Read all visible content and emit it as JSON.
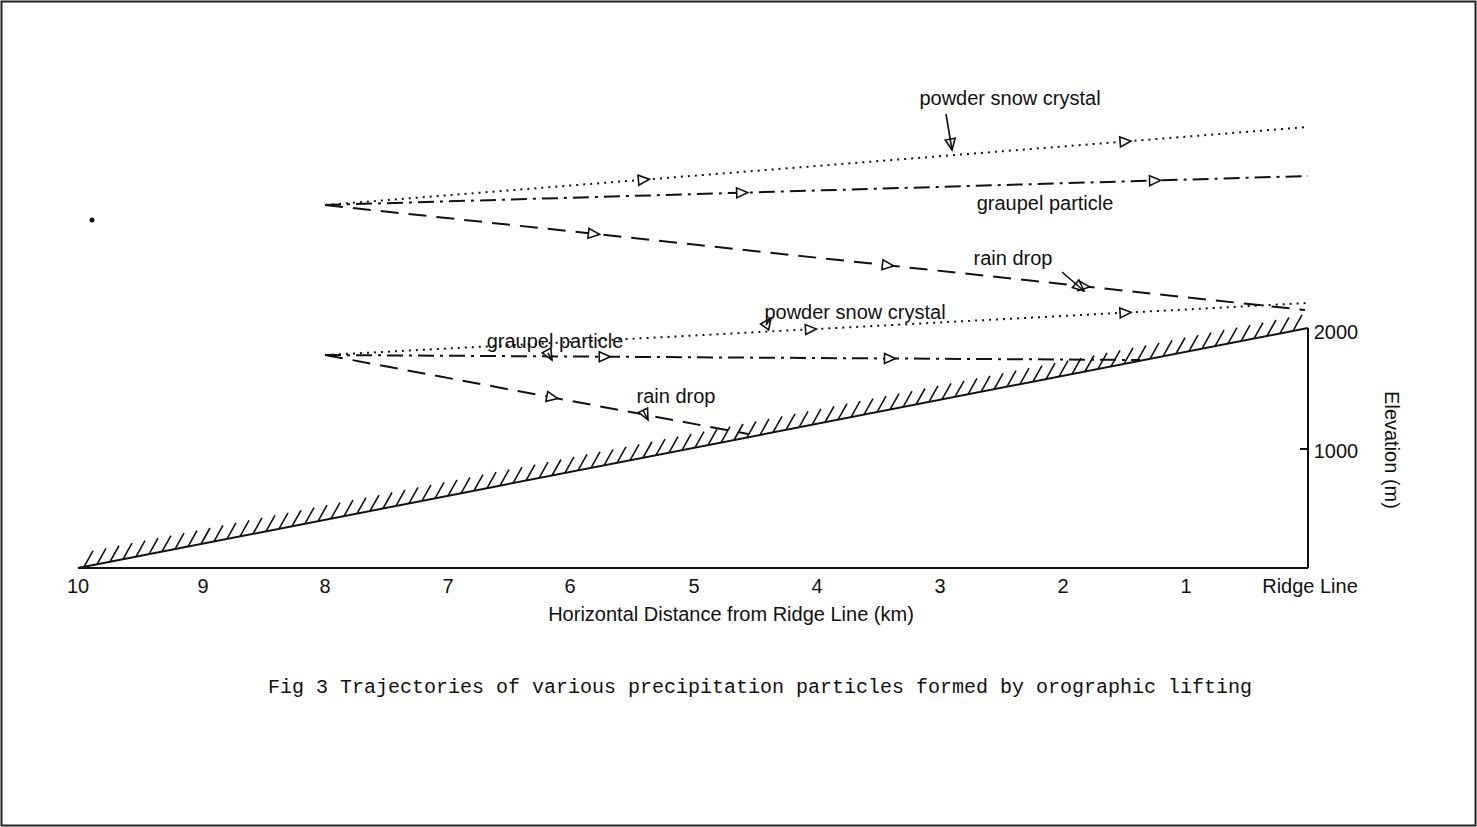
{
  "diagram": {
    "caption": "Fig 3  Trajectories of various precipitation particles formed by orographic lifting",
    "labels": [
      "powder snow crystal",
      "graupel particle",
      "rain drop",
      "powder snow crystal",
      "graupel particle",
      "rain drop",
      "10",
      "9",
      "8",
      "7",
      "6",
      "5",
      "4",
      "3",
      "2",
      "1",
      "Ridge Line",
      "2000",
      "1000",
      "Elevation (m)",
      "Horizontal Distance from Ridge Line (km)"
    ]
  }
}
